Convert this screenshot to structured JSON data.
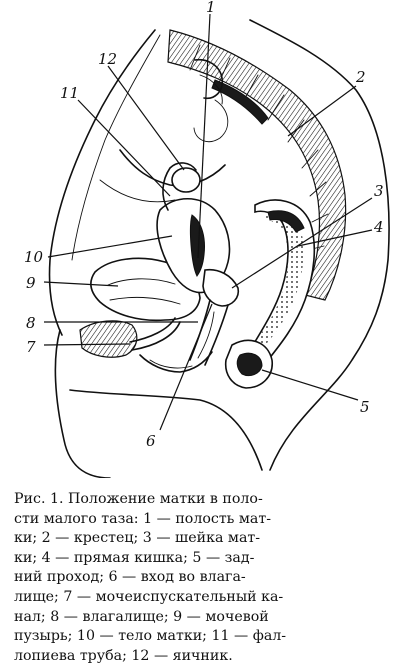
{
  "labels": [
    {
      "id": "1",
      "text": "1"
    },
    {
      "id": "2",
      "text": "2"
    },
    {
      "id": "3",
      "text": "3"
    },
    {
      "id": "4",
      "text": "4"
    },
    {
      "id": "5",
      "text": "5"
    },
    {
      "id": "6",
      "text": "6"
    },
    {
      "id": "7",
      "text": "7"
    },
    {
      "id": "8",
      "text": "8"
    },
    {
      "id": "9",
      "text": "9"
    },
    {
      "id": "10",
      "text": "10"
    },
    {
      "id": "11",
      "text": "11"
    },
    {
      "id": "12",
      "text": "12"
    }
  ],
  "caption": {
    "lines": [
      "Рис. 1. Положение матки в поло-",
      "сти малого таза: 1 — полость мат-",
      "ки; 2 — крестец; 3 — шейка мат-",
      "ки; 4 — прямая кишка; 5 — зад-",
      "ний проход; 6 — вход во влага-",
      "лище; 7 — мочеиспускательный ка-",
      "нал; 8 — влагалище; 9 — мочевой",
      "пузырь; 10 — тело матки; 11 — фал-",
      "лопиева труба; 12 — яичник."
    ]
  }
}
